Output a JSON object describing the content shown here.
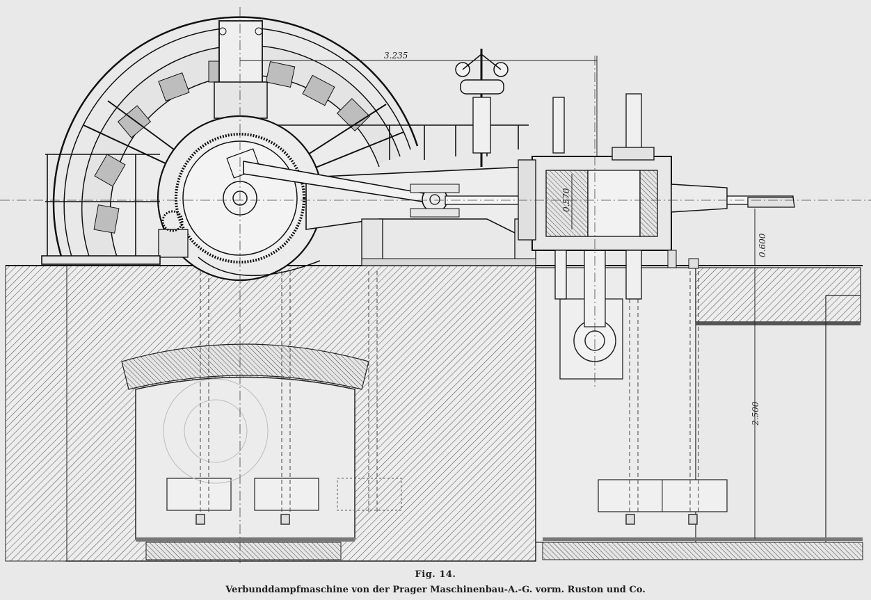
{
  "figure": {
    "label": "Fig. 14.",
    "caption": "Verbunddampfmaschine von der Prager Maschinenbau-A.-G. vorm. Ruston und Co."
  },
  "dimensions": {
    "width_top": "3.235",
    "cylinder_bore": "0.570",
    "shaft_height": "0.600",
    "pit_depth": "2.500"
  }
}
